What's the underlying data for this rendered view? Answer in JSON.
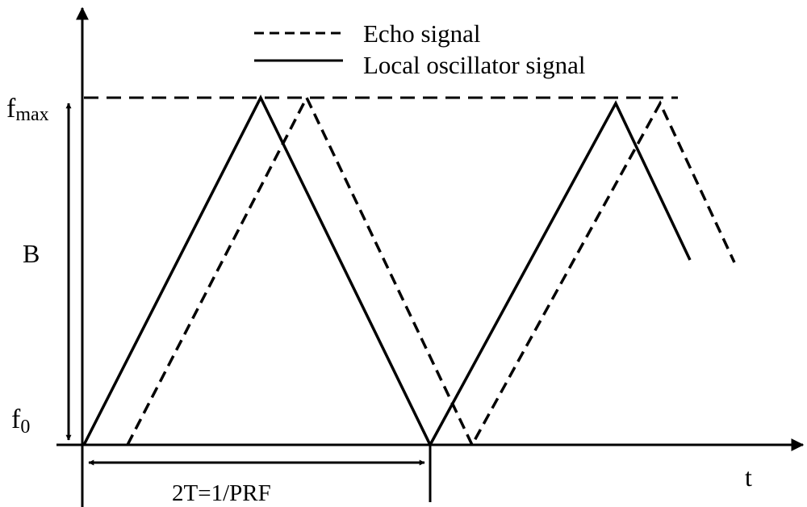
{
  "legend": {
    "echo_label": "Echo signal",
    "lo_label": "Local oscillator signal"
  },
  "labels": {
    "fmax_main": "f",
    "fmax_sub": "max",
    "f0_main": "f",
    "f0_sub": "0",
    "bandwidth": "B",
    "period": "2T=1/PRF",
    "time_axis": "t"
  },
  "colors": {
    "ink": "#000000",
    "background": "#ffffff"
  }
}
